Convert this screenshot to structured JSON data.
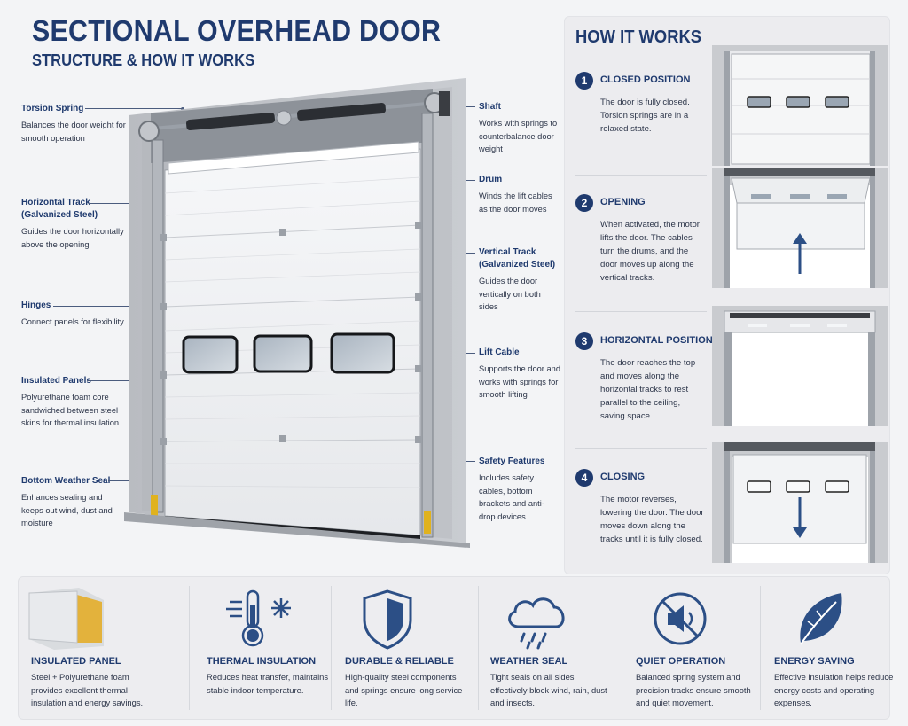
{
  "header": {
    "title": "SECTIONAL OVERHEAD DOOR",
    "subtitle": "STRUCTURE & HOW IT WORKS"
  },
  "callouts_left": [
    {
      "title": "Torsion Spring",
      "desc": "Balances the door weight for smooth operation"
    },
    {
      "title": "Horizontal Track (Galvanized Steel)",
      "desc": "Guides the door horizontally above the opening"
    },
    {
      "title": "Hinges",
      "desc": "Connect panels for flexibility"
    },
    {
      "title": "Insulated Panels",
      "desc": "Polyurethane foam core sandwiched between steel skins for thermal insulation"
    },
    {
      "title": "Bottom Weather Seal",
      "desc": "Enhances sealing and keeps out wind, dust and moisture"
    }
  ],
  "callouts_right": [
    {
      "title": "Shaft",
      "desc": "Works with springs to counterbalance door weight"
    },
    {
      "title": "Drum",
      "desc": "Winds the lift cables as the door moves"
    },
    {
      "title": "Vertical Track (Galvanized Steel)",
      "desc": "Guides the door vertically on both sides"
    },
    {
      "title": "Lift Cable",
      "desc": "Supports the door and works with springs for smooth lifting"
    },
    {
      "title": "Safety Features",
      "desc": "Includes safety cables, bottom brackets and anti-drop devices"
    }
  ],
  "how_it_works": {
    "title": "HOW IT WORKS",
    "steps": [
      {
        "num": "1",
        "title": "CLOSED POSITION",
        "desc": "The door is fully closed. Torsion springs are in a relaxed state."
      },
      {
        "num": "2",
        "title": "OPENING",
        "desc": "When activated, the motor lifts the door. The cables turn the drums, and the door moves up along the vertical tracks."
      },
      {
        "num": "3",
        "title": "HORIZONTAL POSITION",
        "desc": "The door reaches the top and moves along the horizontal tracks to rest parallel to the ceiling, saving space."
      },
      {
        "num": "4",
        "title": "CLOSING",
        "desc": "The motor reverses, lowering the door. The door moves down along the tracks until it is fully closed."
      }
    ]
  },
  "features": [
    {
      "icon": "insulated-panel-icon",
      "title": "INSULATED PANEL",
      "desc": "Steel + Polyurethane foam provides excellent thermal insulation and energy savings."
    },
    {
      "icon": "thermometer-snowflake-icon",
      "title": "THERMAL INSULATION",
      "desc": "Reduces heat transfer, maintains stable indoor temperature."
    },
    {
      "icon": "shield-icon",
      "title": "DURABLE & RELIABLE",
      "desc": "High-quality steel components and springs ensure long service life."
    },
    {
      "icon": "cloud-rain-icon",
      "title": "WEATHER SEAL",
      "desc": "Tight seals on all sides effectively block wind, rain, dust and insects."
    },
    {
      "icon": "muted-speaker-icon",
      "title": "QUIET OPERATION",
      "desc": "Balanced spring system and precision tracks ensure smooth and quiet movement."
    },
    {
      "icon": "leaf-icon",
      "title": "ENERGY SAVING",
      "desc": "Effective insulation helps reduce energy costs and operating expenses."
    }
  ],
  "colors": {
    "brand": "#1f3a6e",
    "text": "#2c3549",
    "background": "#f3f4f6"
  }
}
